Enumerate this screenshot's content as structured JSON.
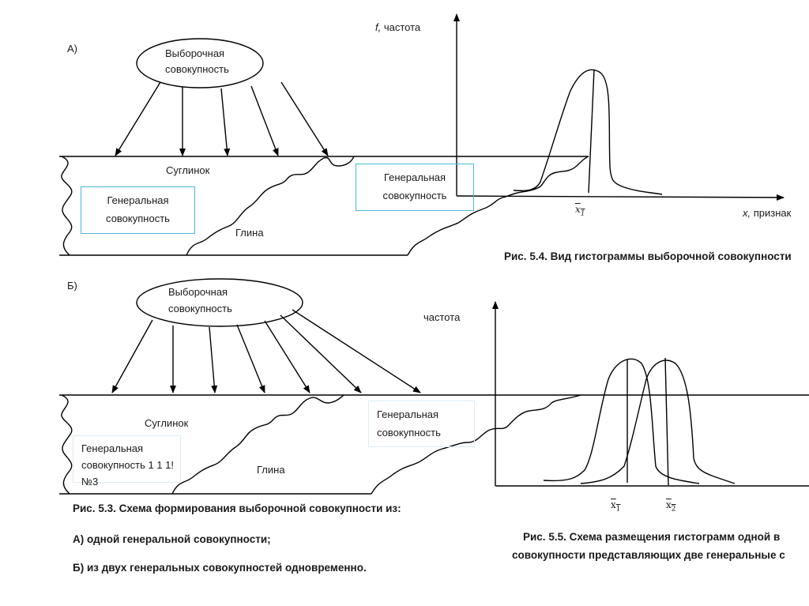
{
  "panel_a": {
    "label": "А)",
    "sample_ellipse": {
      "line1": "Выборочная",
      "line2": "совокупность"
    },
    "layer_top": "Суглинок",
    "layer_bottom": "Глина",
    "population_box_left": {
      "line1": "Генеральная",
      "line2": "совокупность"
    },
    "population_box_right": {
      "line1": "Генеральная",
      "line2": "совокупность"
    },
    "arrow_count": 5
  },
  "figure_5_4": {
    "y_axis_label_italic": "f,",
    "y_axis_label": " частота",
    "x_axis_label_italic": "x,",
    "x_axis_label": " признак",
    "mean_label": "x",
    "mean_sub": "1",
    "caption": "Рис. 5.4. Вид гистограммы выборочной совокупности"
  },
  "panel_b": {
    "label": "Б)",
    "sample_ellipse": {
      "line1": "Выборочная",
      "line2": "совокупность"
    },
    "layer_top": "Суглинок",
    "layer_bottom": "Глина",
    "population_box_left": {
      "line1": "Генеральная",
      "line2": "совокупность 1 1 1!",
      "line3": "№3"
    },
    "population_box_right": {
      "line1": "Генеральная",
      "line2": "совокупность"
    },
    "arrow_count": 7
  },
  "figure_5_5": {
    "y_axis_label": "частота",
    "mean1_label": "x",
    "mean1_sub": "1",
    "mean2_label": "x",
    "mean2_sub": "2",
    "caption_line1": "Рис. 5.5. Схема размещения гистограмм одной в",
    "caption_line2": "совокупности представляющих две генеральные с"
  },
  "caption_5_3": {
    "line1": "Рис. 5.3. Схема формирования выборочной совокупности из:",
    "line2": "А) одной генеральной совокупности;",
    "line3": "Б) из двух генеральных совокупностей одновременно."
  },
  "colors": {
    "line": "#000000",
    "box_border_a": "#4bb8d8",
    "box_border_b": "#dcecf2"
  }
}
